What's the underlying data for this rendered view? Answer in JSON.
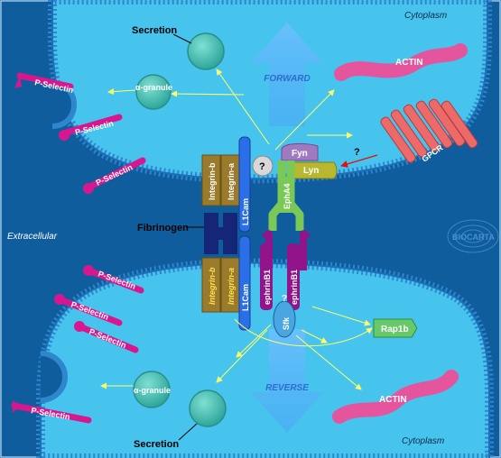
{
  "regions": {
    "cytoplasm_top": "Cytoplasm",
    "cytoplasm_bottom": "Cytoplasm",
    "extracellular": "Extracellular"
  },
  "arrows": {
    "forward": "FORWARD",
    "reverse": "REVERSE"
  },
  "top_cell": {
    "secretion": "Secretion",
    "granule": "α-granule",
    "pselectin": [
      "P-Selectin",
      "P-Selectin",
      "P-Selectin"
    ],
    "integrin_b": "Integrin-b",
    "integrin_a": "Integrin-a",
    "l1cam": "L1Cam",
    "unknown": "?",
    "fyn": "Fyn",
    "lyn": "Lyn",
    "epha4": "EphA4",
    "gpcr_q": "?",
    "gpcr": "GPCR",
    "actin": "ACTIN"
  },
  "fibrinogen": "Fibrinogen",
  "bottom_cell": {
    "integrin_b": "Integrin-b",
    "integrin_a": "Integrin-a",
    "l1cam": "L1Cam",
    "ephrinb1_a": "ephrinB1",
    "ephrinb1_b": "ephrinB1",
    "sfk": "Sfk",
    "sfk_q": "?",
    "rap1b": "Rap1b",
    "actin": "ACTIN",
    "granule": "α-granule",
    "secretion": "Secretion",
    "pselectin": [
      "P-Selectin",
      "P-Selectin",
      "P-Selectin",
      "P-Selectin"
    ]
  },
  "logo": "BIOCARTA",
  "colors": {
    "background": "#0f5d9c",
    "cytoplasm": "#47c4ee",
    "membrane": "#2e8fd6",
    "pselectin": "#d8178f",
    "actin": "#e4559e",
    "integrin": "#9a7a2c",
    "fibrinogen": "#152676",
    "l1cam": "#2a6fe8",
    "epha4": "#7ac856",
    "ephrinb1": "#92148a",
    "granule": "#4fc6b7",
    "rap1b": "#67c96a",
    "fyn": "#a07ac0",
    "lyn": "#b8b830",
    "gpcr": "#ec6a6a",
    "signal_arrow": "#ffff55"
  }
}
